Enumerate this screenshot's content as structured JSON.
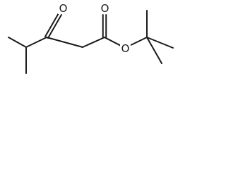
{
  "molecule": {
    "atoms": [
      {
        "id": "ch3_bottom",
        "element": "C"
      },
      {
        "id": "ch_isopropyl",
        "element": "C"
      },
      {
        "id": "ch3_top",
        "element": "C"
      },
      {
        "id": "c_ketone",
        "element": "C"
      },
      {
        "id": "o_ketone",
        "element": "O"
      },
      {
        "id": "ch2_alpha",
        "element": "C"
      },
      {
        "id": "c_ester",
        "element": "C"
      },
      {
        "id": "o_carbonyl",
        "element": "O"
      },
      {
        "id": "o_ester",
        "element": "O"
      },
      {
        "id": "c_quaternary",
        "element": "C"
      },
      {
        "id": "ch3_tbu_top",
        "element": "C"
      },
      {
        "id": "ch3_tbu_right",
        "element": "C"
      },
      {
        "id": "ch3_tbu_bottom",
        "element": "C"
      }
    ],
    "bonds": [
      {
        "from": "ch3_bottom",
        "to": "ch_isopropyl",
        "order": 1
      },
      {
        "from": "ch_isopropyl",
        "to": "ch3_top",
        "order": 1
      },
      {
        "from": "ch_isopropyl",
        "to": "c_ketone",
        "order": 1
      },
      {
        "from": "c_ketone",
        "to": "o_ketone",
        "order": 2
      },
      {
        "from": "c_ketone",
        "to": "ch2_alpha",
        "order": 1
      },
      {
        "from": "ch2_alpha",
        "to": "c_ester",
        "order": 1
      },
      {
        "from": "c_ester",
        "to": "o_carbonyl",
        "order": 2
      },
      {
        "from": "c_ester",
        "to": "o_ester",
        "order": 1
      },
      {
        "from": "o_ester",
        "to": "c_quaternary",
        "order": 1
      },
      {
        "from": "c_quaternary",
        "to": "ch3_tbu_top",
        "order": 1
      },
      {
        "from": "c_quaternary",
        "to": "ch3_tbu_right",
        "order": 1
      },
      {
        "from": "c_quaternary",
        "to": "ch3_tbu_bottom",
        "order": 1
      }
    ],
    "labels": {
      "o_ketone": "O",
      "o_carbonyl": "O",
      "o_ester": "O"
    },
    "colors": {
      "bond": "#1a1a1a",
      "label": "#1a1a1a",
      "background": "#ffffff"
    }
  }
}
